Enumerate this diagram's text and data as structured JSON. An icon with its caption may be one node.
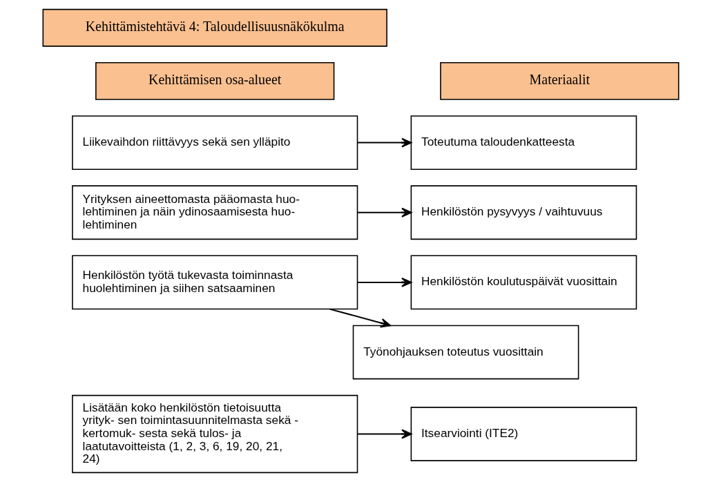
{
  "diagram": {
    "nodes": [
      {
        "text": [
          "Kehittämistehtävä 4: Taloudellisuusnäkökulma"
        ]
      },
      {
        "text": [
          "Kehittämisen osa-alueet"
        ]
      },
      {
        "text": [
          "Materiaalit"
        ]
      },
      {
        "text": [
          "Liikevaihdon riittävyys sekä sen ylläpito"
        ]
      },
      {
        "text": [
          "Yrityksen aineettomasta pääomasta huo- lehtiminen ja näin ydinosaamisesta huo- lehtiminen"
        ]
      },
      {
        "text": [
          "Henkilöstön työtä tukevasta toiminnasta huolehtiminen ja siihen satsaaminen"
        ]
      },
      {
        "text": [
          "Lisätään koko henkilöstön tietoisuutta yrityk- sen toimintasuunnitelmasta sekä - kertomuk- sesta sekä tulos- ja laatutavoitteista (1, 2, 3, 6, 19, 20, 21, 24)"
        ]
      },
      {
        "text": [
          "Toteutuma taloudenkatteesta"
        ]
      },
      {
        "text": [
          "Henkilöstön pysyvyys / vaihtuvuus"
        ]
      },
      {
        "text": [
          "Henkilöstön koulutuspäivät vuosittain"
        ]
      },
      {
        "text": [
          "Työnohjauksen toteutus vuosittain"
        ]
      },
      {
        "text": [
          "Itsearviointi (ITE2)"
        ]
      }
    ],
    "edges": [
      {
        "from": 3,
        "to": 7,
        "arrow": "to"
      },
      {
        "from": 4,
        "to": 8,
        "arrow": "to"
      },
      {
        "from": 5,
        "to": 9,
        "arrow": "to"
      },
      {
        "from": 5,
        "to": 10,
        "arrow": "to"
      },
      {
        "from": 6,
        "to": 11,
        "arrow": "to"
      }
    ]
  }
}
